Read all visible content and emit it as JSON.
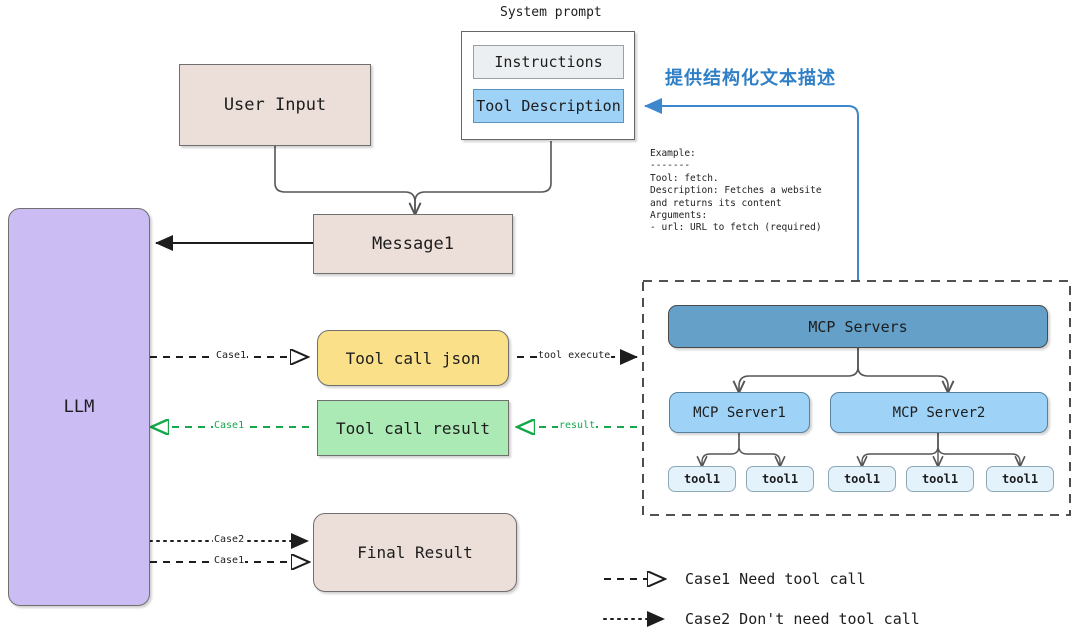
{
  "diagram": {
    "title_system_prompt": "System prompt",
    "annotation_cn": "提供结构化文本描述",
    "nodes": {
      "user_input": "User Input",
      "instructions": "Instructions",
      "tool_description": "Tool Description",
      "message1": "Message1",
      "llm": "LLM",
      "tool_call_json": "Tool call json",
      "tool_call_result": "Tool call result",
      "final_result": "Final Result",
      "mcp_servers": "MCP Servers",
      "mcp_server1": "MCP Server1",
      "mcp_server2": "MCP Server2",
      "tool_a1": "tool1",
      "tool_a2": "tool1",
      "tool_b1": "tool1",
      "tool_b2": "tool1",
      "tool_b3": "tool1"
    },
    "example_block": "Example:\n-------\nTool: fetch.\nDescription: Fetches a website\nand returns its content\nArguments:\n- url: URL to fetch (required)",
    "edge_labels": {
      "llm_to_json": "Case1",
      "json_to_mcp": "tool execute",
      "mcp_to_result": "result",
      "result_to_llm": "Case1",
      "llm_to_final_case2": "Case2",
      "llm_to_final_case1": "Case1"
    },
    "legend": [
      {
        "key": "case1",
        "text": "Case1 Need tool call",
        "style": "dashed"
      },
      {
        "key": "case2",
        "text": "Case2 Don't need tool call",
        "style": "dotted"
      }
    ],
    "colors": {
      "beige": "#ecded9",
      "purple": "#cbbcf4",
      "yellow": "#fbe08a",
      "green": "#abeab5",
      "blue_light": "#9ed2f7",
      "blue_mid": "#64a0c8",
      "blue_tool": "#e4f2fb",
      "gray_light": "#eceff1",
      "accent_blue": "#2f7fc6",
      "accent_green": "#15a84b",
      "stroke": "#4d4d4d"
    }
  }
}
